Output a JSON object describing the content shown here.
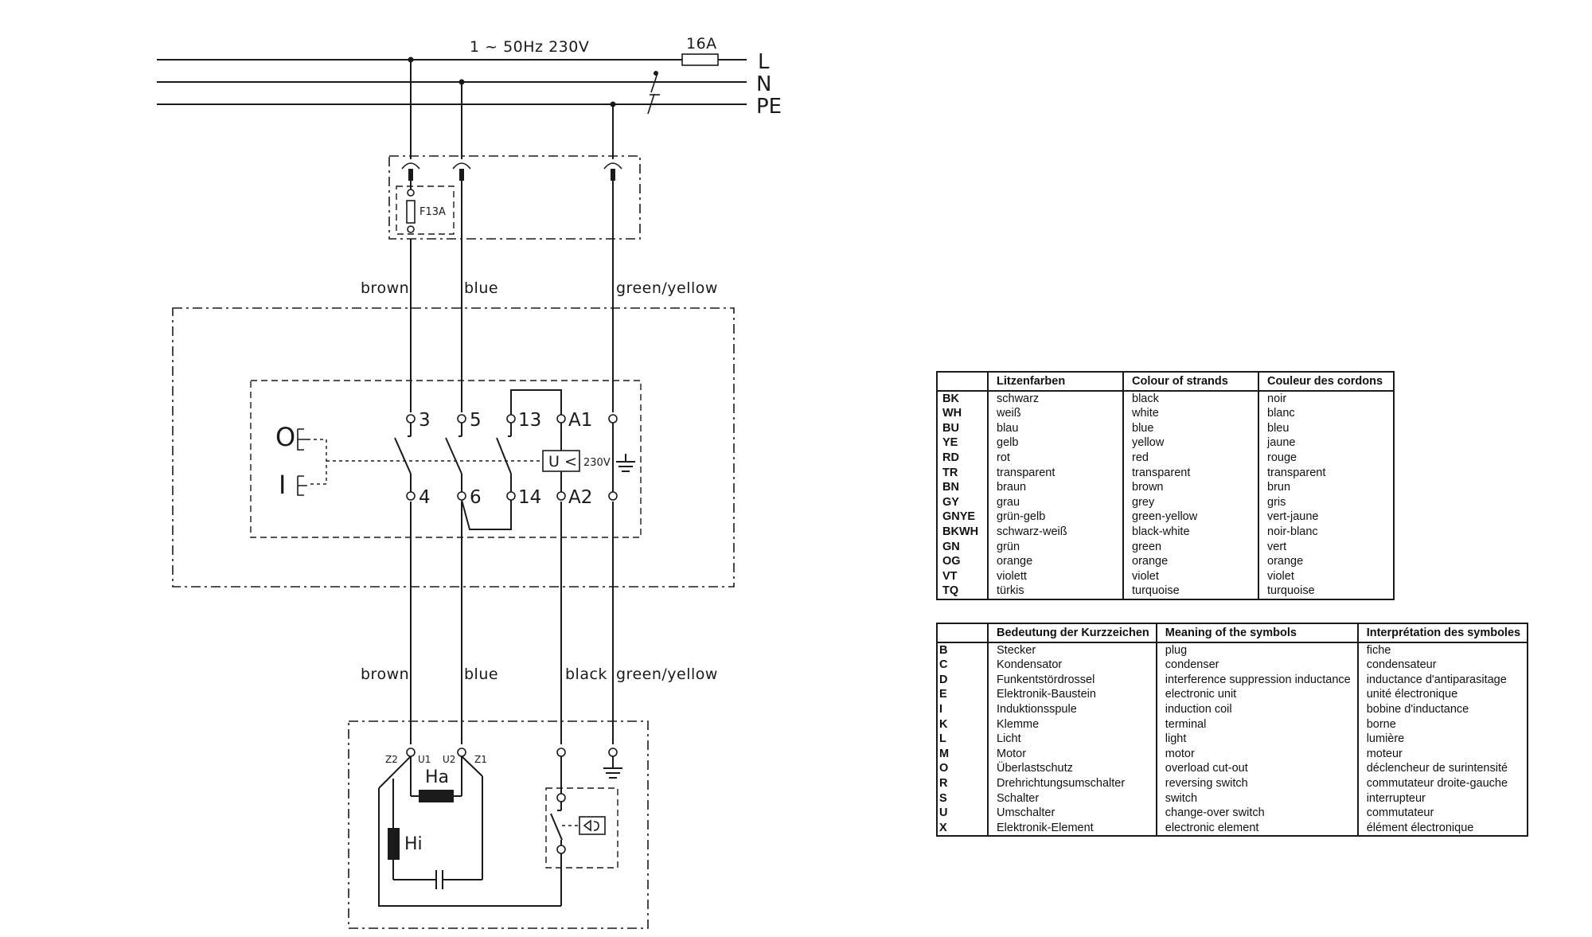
{
  "supply": {
    "label": "1 ~ 50Hz 230V",
    "fuse": "16A",
    "lines": [
      "L",
      "N",
      "PE"
    ]
  },
  "plug": {
    "fuse": "F13A"
  },
  "wires_top": [
    "brown",
    "blue",
    "green/yellow"
  ],
  "switch": {
    "terminals_top": [
      "3",
      "5",
      "13",
      "A1"
    ],
    "terminals_bottom": [
      "4",
      "6",
      "14",
      "A2"
    ],
    "coil": "U <",
    "coil_voltage": "230V",
    "on_label": "O",
    "off_label": "I"
  },
  "wires_bottom": [
    "brown",
    "blue",
    "black",
    "green/yellow"
  ],
  "motor": {
    "terminals": [
      "Z2",
      "U1",
      "U2",
      "Z1"
    ],
    "main_winding": "Ha",
    "aux_winding": "Hi"
  },
  "colour_table": {
    "headers": [
      "",
      "Litzenfarben",
      "Colour of strands",
      "Couleur des cordons"
    ],
    "rows": [
      [
        "BK",
        "schwarz",
        "black",
        "noir"
      ],
      [
        "WH",
        "weiß",
        "white",
        "blanc"
      ],
      [
        "BU",
        "blau",
        "blue",
        "bleu"
      ],
      [
        "YE",
        "gelb",
        "yellow",
        "jaune"
      ],
      [
        "RD",
        "rot",
        "red",
        "rouge"
      ],
      [
        "TR",
        "transparent",
        "transparent",
        "transparent"
      ],
      [
        "BN",
        "braun",
        "brown",
        "brun"
      ],
      [
        "GY",
        "grau",
        "grey",
        "gris"
      ],
      [
        "GNYE",
        "grün-gelb",
        "green-yellow",
        "vert-jaune"
      ],
      [
        "BKWH",
        "schwarz-weiß",
        "black-white",
        "noir-blanc"
      ],
      [
        "GN",
        "grün",
        "green",
        "vert"
      ],
      [
        "OG",
        "orange",
        "orange",
        "orange"
      ],
      [
        "VT",
        "violett",
        "violet",
        "violet"
      ],
      [
        "TQ",
        "türkis",
        "turquoise",
        "turquoise"
      ]
    ]
  },
  "symbol_table": {
    "headers": [
      "",
      "Bedeutung der Kurzzeichen",
      "Meaning of the symbols",
      "Interprétation des symboles"
    ],
    "rows": [
      [
        "B",
        "Stecker",
        "plug",
        "fiche"
      ],
      [
        "C",
        "Kondensator",
        "condenser",
        "condensateur"
      ],
      [
        "D",
        "Funkentstördrossel",
        "interference suppression inductance",
        "inductance d'antiparasitage"
      ],
      [
        "E",
        "Elektronik-Baustein",
        "electronic unit",
        "unité électronique"
      ],
      [
        "I",
        "Induktionsspule",
        "induction coil",
        "bobine d'inductance"
      ],
      [
        "K",
        "Klemme",
        "terminal",
        "borne"
      ],
      [
        "L",
        "Licht",
        "light",
        "lumière"
      ],
      [
        "M",
        "Motor",
        "motor",
        "moteur"
      ],
      [
        "O",
        "Überlastschutz",
        "overload cut-out",
        "déclencheur de surintensité"
      ],
      [
        "R",
        "Drehrichtungsumschalter",
        "reversing switch",
        "commutateur droite-gauche"
      ],
      [
        "S",
        "Schalter",
        "switch",
        "interrupteur"
      ],
      [
        "U",
        "Umschalter",
        "change-over switch",
        "commutateur"
      ],
      [
        "X",
        "Elektronik-Element",
        "electronic element",
        "élément électronique"
      ]
    ]
  }
}
